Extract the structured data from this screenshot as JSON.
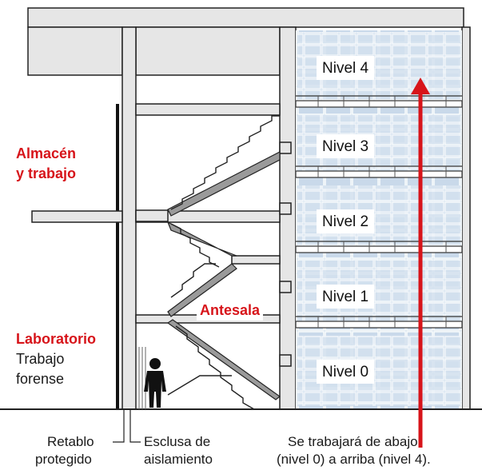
{
  "labels": {
    "almacen_line1": "Almacén",
    "almacen_line2": "y trabajo",
    "laboratorio": "Laboratorio",
    "trabajo": "Trabajo",
    "forense": "forense",
    "antesala": "Antesala"
  },
  "levels": [
    {
      "label": "Nivel 4"
    },
    {
      "label": "Nivel 3"
    },
    {
      "label": "Nivel 2"
    },
    {
      "label": "Nivel 1"
    },
    {
      "label": "Nivel 0"
    }
  ],
  "captions": {
    "retablo_line1": "Retablo",
    "retablo_line2": "protegido",
    "esclusa_line1": "Esclusa de",
    "esclusa_line2": "aislamiento",
    "note_line1": "Se trabajará de abajo",
    "note_line2": "(nivel 0) a arriba (nivel 4)."
  },
  "colors": {
    "accent_red": "#d7141a",
    "panel_blue": "#c9d9ea",
    "wall_gray": "#e6e6e6",
    "line": "#222222"
  }
}
